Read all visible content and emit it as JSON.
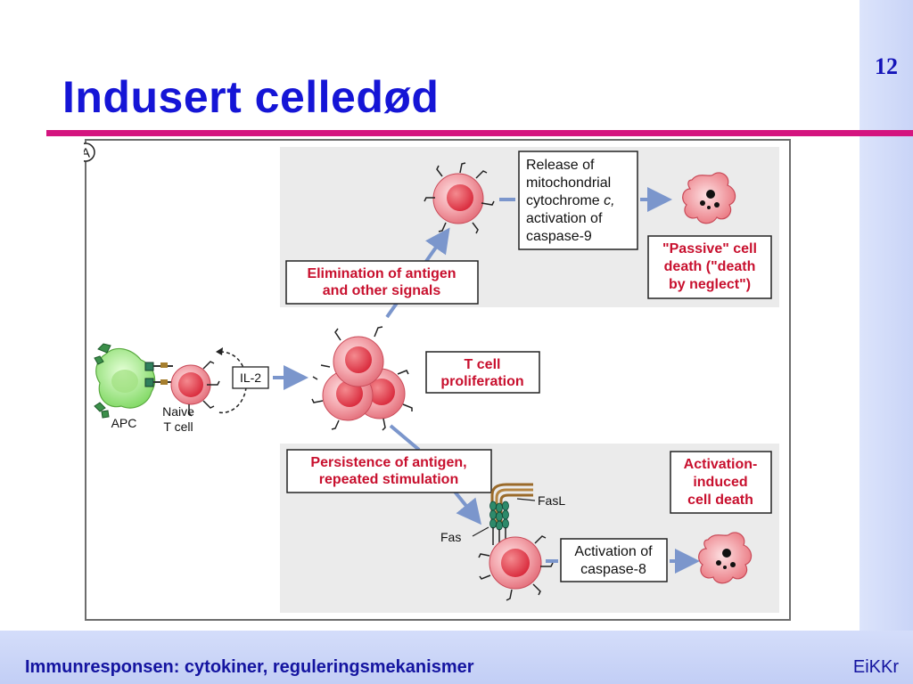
{
  "slide": {
    "number": "12",
    "title": "Indusert celledød",
    "footer_left": "Immunresponsen: cytokiner, reguleringsmekanismer",
    "footer_right": "EiKKr"
  },
  "figure": {
    "panel_letter": "A",
    "apc_label": "APC",
    "naive_label": [
      "Naive",
      "T cell"
    ],
    "il2_label": "IL-2",
    "proliferation_label": [
      "T cell",
      "proliferation"
    ],
    "elimination_label": [
      "Elimination of antigen",
      "and other signals"
    ],
    "mito_text": [
      "Release of",
      "mitochondrial",
      "cytochrome ",
      "c,",
      "activation of",
      "caspase-9"
    ],
    "passive_label": [
      "\"Passive\" cell",
      "death (\"death",
      "by neglect\")"
    ],
    "persistence_label": [
      "Persistence of antigen,",
      "repeated stimulation"
    ],
    "aicd_label": [
      "Activation-",
      "induced",
      "cell death"
    ],
    "fasl_label": "FasL",
    "fas_label": "Fas",
    "casp8_text": [
      "Activation of",
      "caspase-8"
    ]
  },
  "colors": {
    "title": "#1515d6",
    "accent_rule": "#d4147f",
    "label_red": "#c8102e",
    "arrow_blue": "#7b96cc"
  }
}
